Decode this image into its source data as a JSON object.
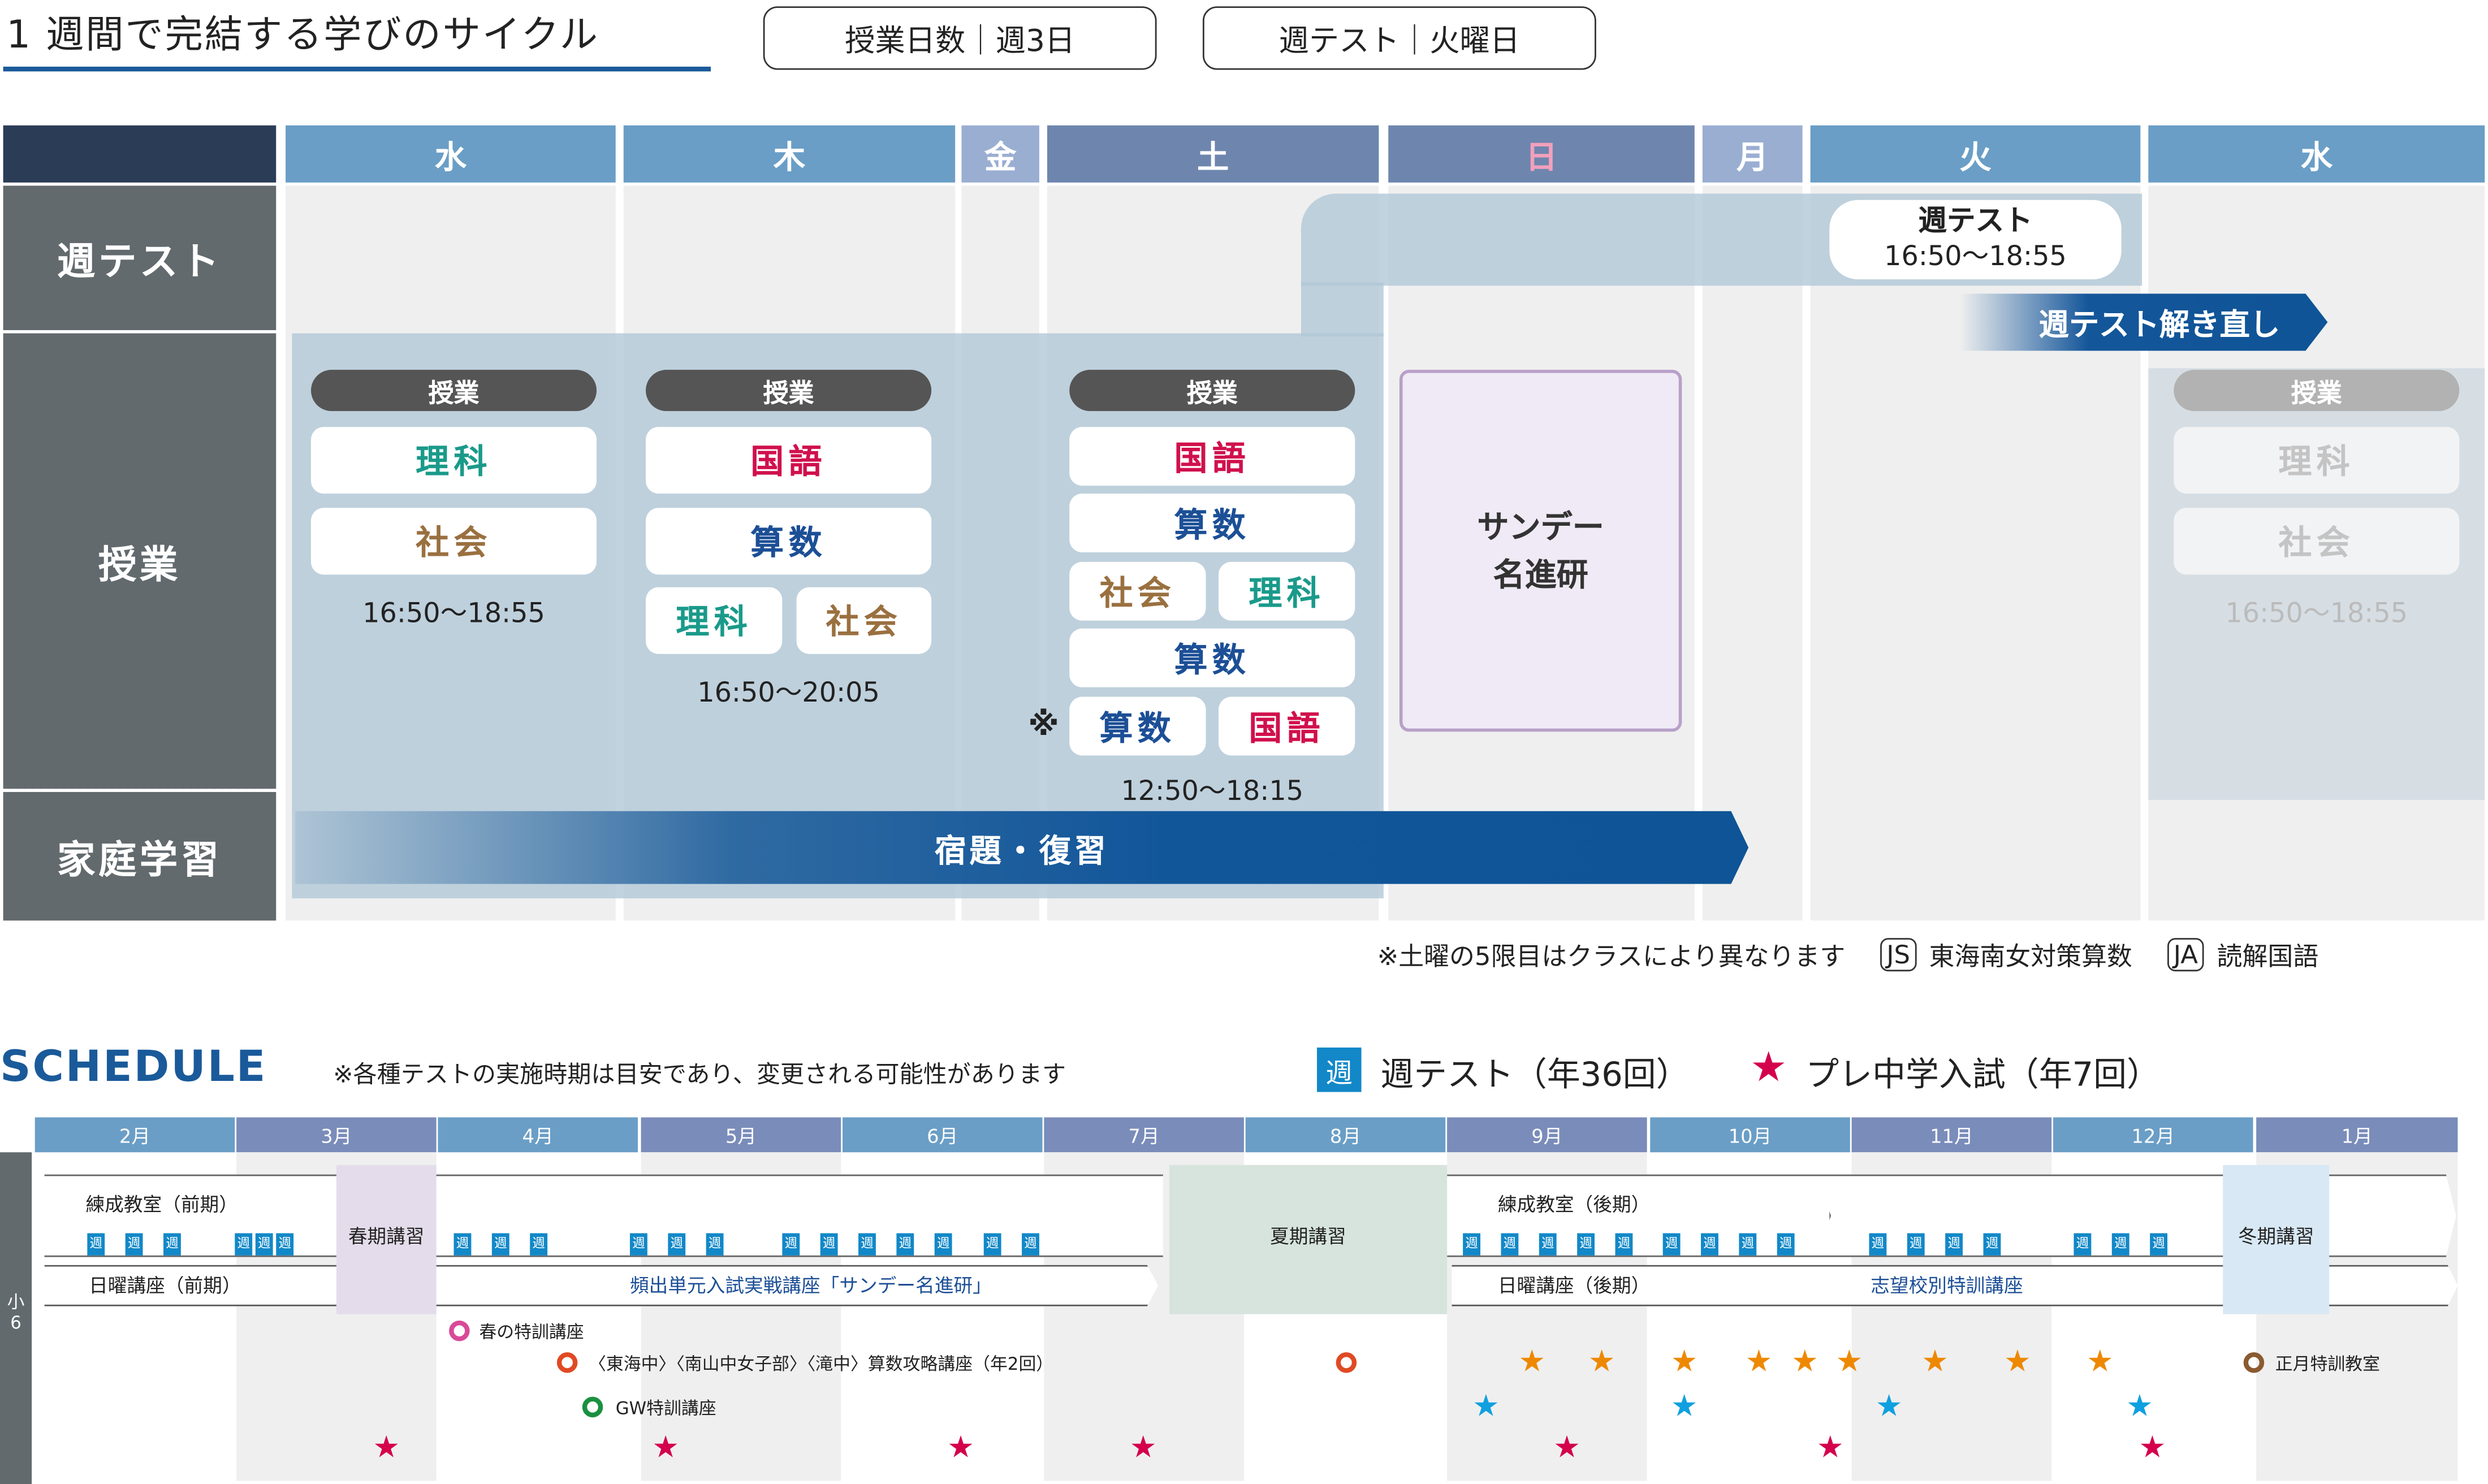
{
  "header": {
    "title": "1 週間で完結する学びのサイクル",
    "badges": [
      "授業日数｜週3日",
      "週テスト｜火曜日"
    ]
  },
  "weekly": {
    "days": [
      {
        "label": "水",
        "color": "#6a9ec6"
      },
      {
        "label": "木",
        "color": "#6a9ec6"
      },
      {
        "label": "金",
        "color": "#9aaed2"
      },
      {
        "label": "土",
        "color": "#6e86ae"
      },
      {
        "label": "日",
        "color": "#6e86ae",
        "text_color": "#f08aa8"
      },
      {
        "label": "月",
        "color": "#9aaed2"
      },
      {
        "label": "火",
        "color": "#6a9ec6"
      },
      {
        "label": "水",
        "color": "#6a9ec6"
      }
    ],
    "rows": [
      "週テスト",
      "授業",
      "家庭学習"
    ],
    "lesson_label": "授業",
    "wed": {
      "subjects": [
        "理科",
        "社会"
      ],
      "time": "16:50〜18:55"
    },
    "thu": {
      "subjects": [
        "国語",
        "算数",
        "理科",
        "社会"
      ],
      "time": "16:50〜20:05"
    },
    "sat": {
      "subjects": [
        "国語",
        "算数",
        "社会",
        "理科",
        "算数",
        "算数",
        "国語"
      ],
      "note_mark": "※",
      "time": "12:50〜18:15"
    },
    "sun": {
      "label_line1": "サンデー",
      "label_line2": "名進研"
    },
    "tue_test": {
      "title": "週テスト",
      "time": "16:50〜18:55"
    },
    "retest": "週テスト解き直し",
    "homework": "宿題・復習",
    "next_wed": {
      "subjects": [
        "理科",
        "社会"
      ],
      "time": "16:50〜18:55"
    }
  },
  "footnote": {
    "text": "※土曜の5限目はクラスにより異なります",
    "legend": [
      {
        "code": "JS",
        "label": "東海南女対策算数"
      },
      {
        "code": "JA",
        "label": "読解国語"
      }
    ]
  },
  "schedule": {
    "title": "SCHEDULE",
    "note": "※各種テストの実施時期は目安であり、変更される可能性があります",
    "legend_week_icon": "週",
    "legend_week": "週テスト（年36回）",
    "legend_star": "プレ中学入試（年7回）",
    "grade_label": "小6",
    "months": [
      "2月",
      "3月",
      "4月",
      "5月",
      "6月",
      "7月",
      "8月",
      "9月",
      "10月",
      "11月",
      "12月",
      "1月"
    ],
    "bars": {
      "rensei_early": "練成教室（前期）",
      "rensei_late": "練成教室（後期）",
      "sunday_early": "日曜講座（前期）",
      "sunday_late": "日曜講座（後期）",
      "hinshutsu": "頻出単元入試実戦講座「サンデー名進研」",
      "shibou": "志望校別特訓講座",
      "spring": "春期講習",
      "summer": "夏期講習",
      "winter": "冬期講習"
    },
    "week_icon": "週",
    "events": [
      {
        "label": "春の特訓講座",
        "color": "#d84a98"
      },
      {
        "label": "〈東海中〉〈南山中女子部〉〈滝中〉算数攻略講座（年2回）",
        "color": "#e04a24"
      },
      {
        "label": "GW特訓講座",
        "color": "#1a9040"
      },
      {
        "label": "正月特訓教室",
        "color": "#8a5a30"
      }
    ],
    "star_colors": {
      "pink": "#d4004c",
      "orange": "#ee8800",
      "blue": "#10a0e0"
    }
  }
}
